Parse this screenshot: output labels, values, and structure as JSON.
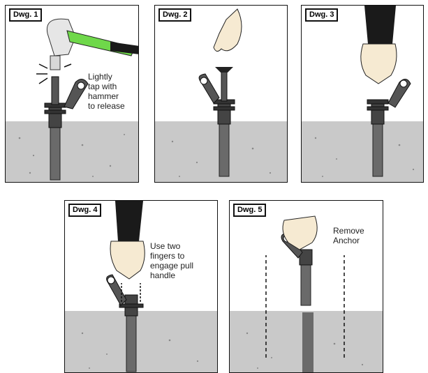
{
  "panels": [
    {
      "label": "Dwg. 1",
      "caption": "Lightly\ntap with\nhammer\nto release"
    },
    {
      "label": "Dwg. 2",
      "caption": ""
    },
    {
      "label": "Dwg. 3",
      "caption": ""
    },
    {
      "label": "Dwg. 4",
      "caption": "Use two\nfingers to\nengage pull\nhandle"
    },
    {
      "label": "Dwg. 5",
      "caption": "Remove\nAnchor"
    }
  ],
  "colors": {
    "concrete": "#c9c9c9",
    "sleeve": "#6a6a6a",
    "hammer_grip": "#6fd84a",
    "skin": "#f6ead2",
    "sleeve_dark": "#2b2b2b"
  },
  "icons": [
    "hammer-icon",
    "hand-icon",
    "anchor-icon",
    "arrow-up-icon"
  ]
}
